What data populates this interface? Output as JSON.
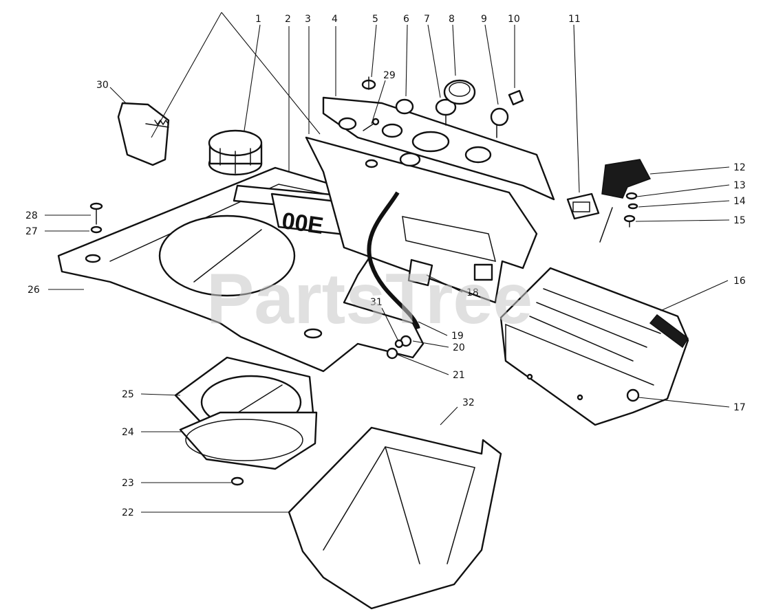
{
  "diagram": {
    "watermark": "PartsTree",
    "decal_text": "00E",
    "callouts": [
      {
        "id": "c1",
        "label": "1"
      },
      {
        "id": "c2",
        "label": "2"
      },
      {
        "id": "c3",
        "label": "3"
      },
      {
        "id": "c4",
        "label": "4"
      },
      {
        "id": "c5",
        "label": "5"
      },
      {
        "id": "c6",
        "label": "6"
      },
      {
        "id": "c7",
        "label": "7"
      },
      {
        "id": "c8",
        "label": "8"
      },
      {
        "id": "c9",
        "label": "9"
      },
      {
        "id": "c10",
        "label": "10"
      },
      {
        "id": "c11",
        "label": "11"
      },
      {
        "id": "c12",
        "label": "12"
      },
      {
        "id": "c13",
        "label": "13"
      },
      {
        "id": "c14",
        "label": "14"
      },
      {
        "id": "c15",
        "label": "15"
      },
      {
        "id": "c16",
        "label": "16"
      },
      {
        "id": "c17",
        "label": "17"
      },
      {
        "id": "c18",
        "label": "18"
      },
      {
        "id": "c19",
        "label": "19"
      },
      {
        "id": "c20",
        "label": "20"
      },
      {
        "id": "c21",
        "label": "21"
      },
      {
        "id": "c22",
        "label": "22"
      },
      {
        "id": "c23",
        "label": "23"
      },
      {
        "id": "c24",
        "label": "24"
      },
      {
        "id": "c25",
        "label": "25"
      },
      {
        "id": "c26",
        "label": "26"
      },
      {
        "id": "c27",
        "label": "27"
      },
      {
        "id": "c28",
        "label": "28"
      },
      {
        "id": "c29",
        "label": "29"
      },
      {
        "id": "c30",
        "label": "30"
      },
      {
        "id": "c31",
        "label": "31"
      },
      {
        "id": "c32",
        "label": "32"
      }
    ]
  }
}
